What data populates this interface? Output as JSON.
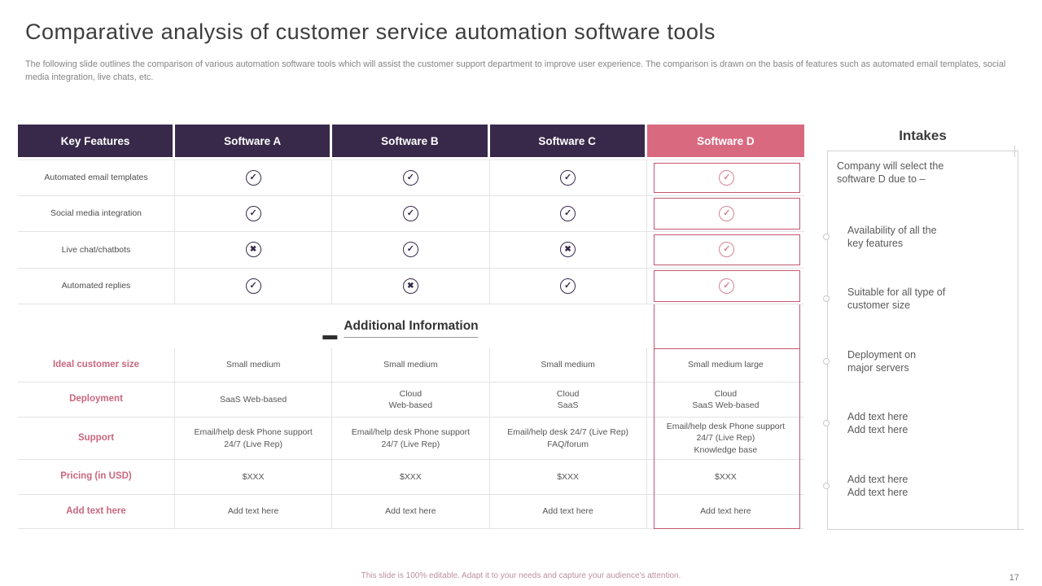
{
  "slide": {
    "title": "Comparative analysis of customer service automation software tools",
    "subtitle": "The following slide outlines the comparison of various automation software tools which will assist the customer support department to improve user experience. The comparison is drawn on the basis of features such as automated email templates, social media integration, live chats, etc.",
    "footer_note": "This slide is 100% editable.  Adapt it to your needs and capture your audience's attention.",
    "page_number": "17"
  },
  "colors": {
    "header_bg": "#38294a",
    "accent_pink": "#d9697f",
    "highlight_border": "#c2566e"
  },
  "comparison_table": {
    "headers": [
      "Key Features",
      "Software A",
      "Software B",
      "Software C",
      "Software D"
    ],
    "rows": [
      {
        "feature": "Automated email templates",
        "values": [
          "check",
          "check",
          "check",
          "check"
        ]
      },
      {
        "feature": "Social media integration",
        "values": [
          "check",
          "check",
          "check",
          "check"
        ]
      },
      {
        "feature": "Live chat/chatbots",
        "values": [
          "cross",
          "check",
          "cross",
          "check"
        ]
      },
      {
        "feature": "Automated replies",
        "values": [
          "check",
          "cross",
          "check",
          "check"
        ]
      }
    ]
  },
  "additional_info": {
    "title": "Additional Information",
    "rows": [
      {
        "label": "Ideal customer size",
        "values": [
          "Small medium",
          "Small medium",
          "Small medium",
          "Small medium large"
        ]
      },
      {
        "label": "Deployment",
        "values": [
          "SaaS Web-based",
          "Cloud\nWeb-based",
          "Cloud\nSaaS",
          "Cloud\nSaaS Web-based"
        ]
      },
      {
        "label": "Support",
        "values": [
          "Email/help desk Phone support\n24/7 (Live Rep)",
          "Email/help desk Phone support\n24/7 (Live Rep)",
          "Email/help desk 24/7 (Live Rep)\nFAQ/forum",
          "Email/help desk Phone support\n24/7 (Live Rep)\nKnowledge base"
        ]
      },
      {
        "label": "Pricing (in USD)",
        "values": [
          "$XXX",
          "$XXX",
          "$XXX",
          "$XXX"
        ]
      },
      {
        "label": "Add text here",
        "values": [
          "Add text here",
          "Add text here",
          "Add text here",
          "Add text here"
        ]
      }
    ]
  },
  "intakes": {
    "title": "Intakes",
    "intro": "Company will select the\nsoftware D due to –",
    "items": [
      "Availability  of all the\nkey features",
      "Suitable for all type of\ncustomer size",
      "Deployment on\nmajor servers",
      "Add text here\nAdd text here",
      "Add text here\nAdd text here"
    ]
  }
}
